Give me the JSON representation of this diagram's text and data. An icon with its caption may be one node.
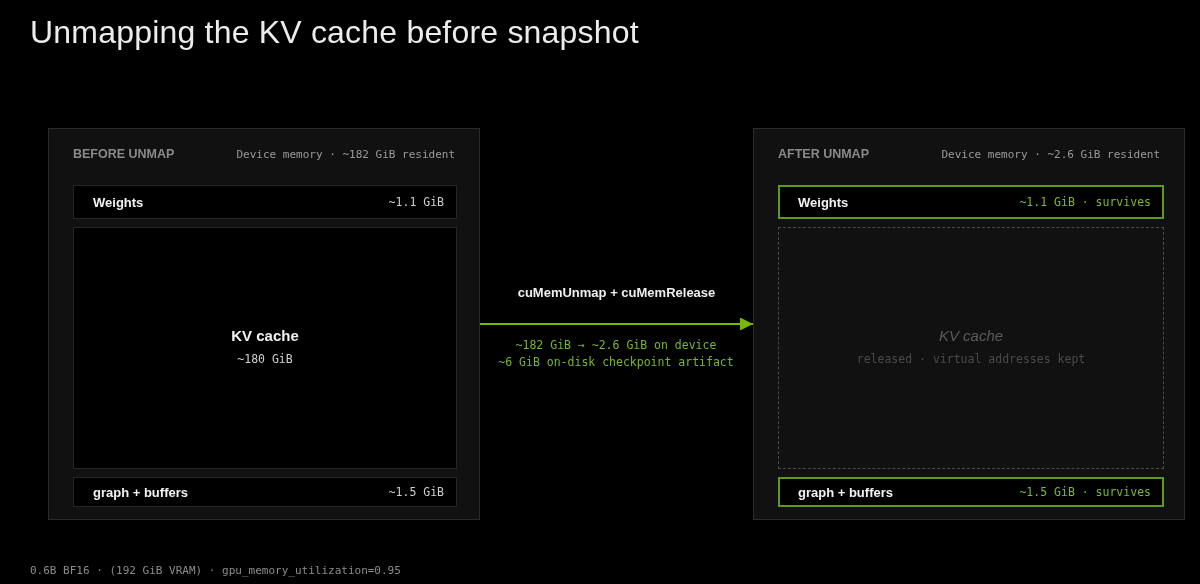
{
  "diagram": {
    "title": "Unmapping the KV cache before snapshot",
    "nodes": [
      {
        "text": [
          "BEFORE UNMAP",
          "Device memory · ~182 GiB resident"
        ]
      },
      {
        "text": [
          "Weights",
          "~1.1 GiB"
        ],
        "in": 0
      },
      {
        "text": [
          "KV cache",
          "~180 GiB"
        ],
        "in": 0
      },
      {
        "text": [
          "graph + buffers",
          "~1.5 GiB"
        ],
        "in": 0
      },
      {
        "text": [
          "AFTER UNMAP",
          "Device memory · ~2.6 GiB resident"
        ]
      },
      {
        "text": [
          "Weights",
          "~1.1 GiB · survives"
        ],
        "in": 4
      },
      {
        "text": [
          "KV cache",
          "released · virtual addresses kept"
        ],
        "in": 4
      },
      {
        "text": [
          "graph + buffers",
          "~1.5 GiB · survives"
        ],
        "in": 4
      }
    ],
    "edges": [
      {
        "from": 0,
        "to": 4,
        "arrow": "to",
        "label": "cuMemUnmap + cuMemRelease",
        "color": "#76b900"
      }
    ],
    "labels": [
      "~182 GiB → ~2.6 GiB on device",
      "~6 GiB on-disk checkpoint artifact",
      "0.6B BF16 · (192 GiB VRAM) · gpu_memory_utilization=0.95"
    ]
  }
}
